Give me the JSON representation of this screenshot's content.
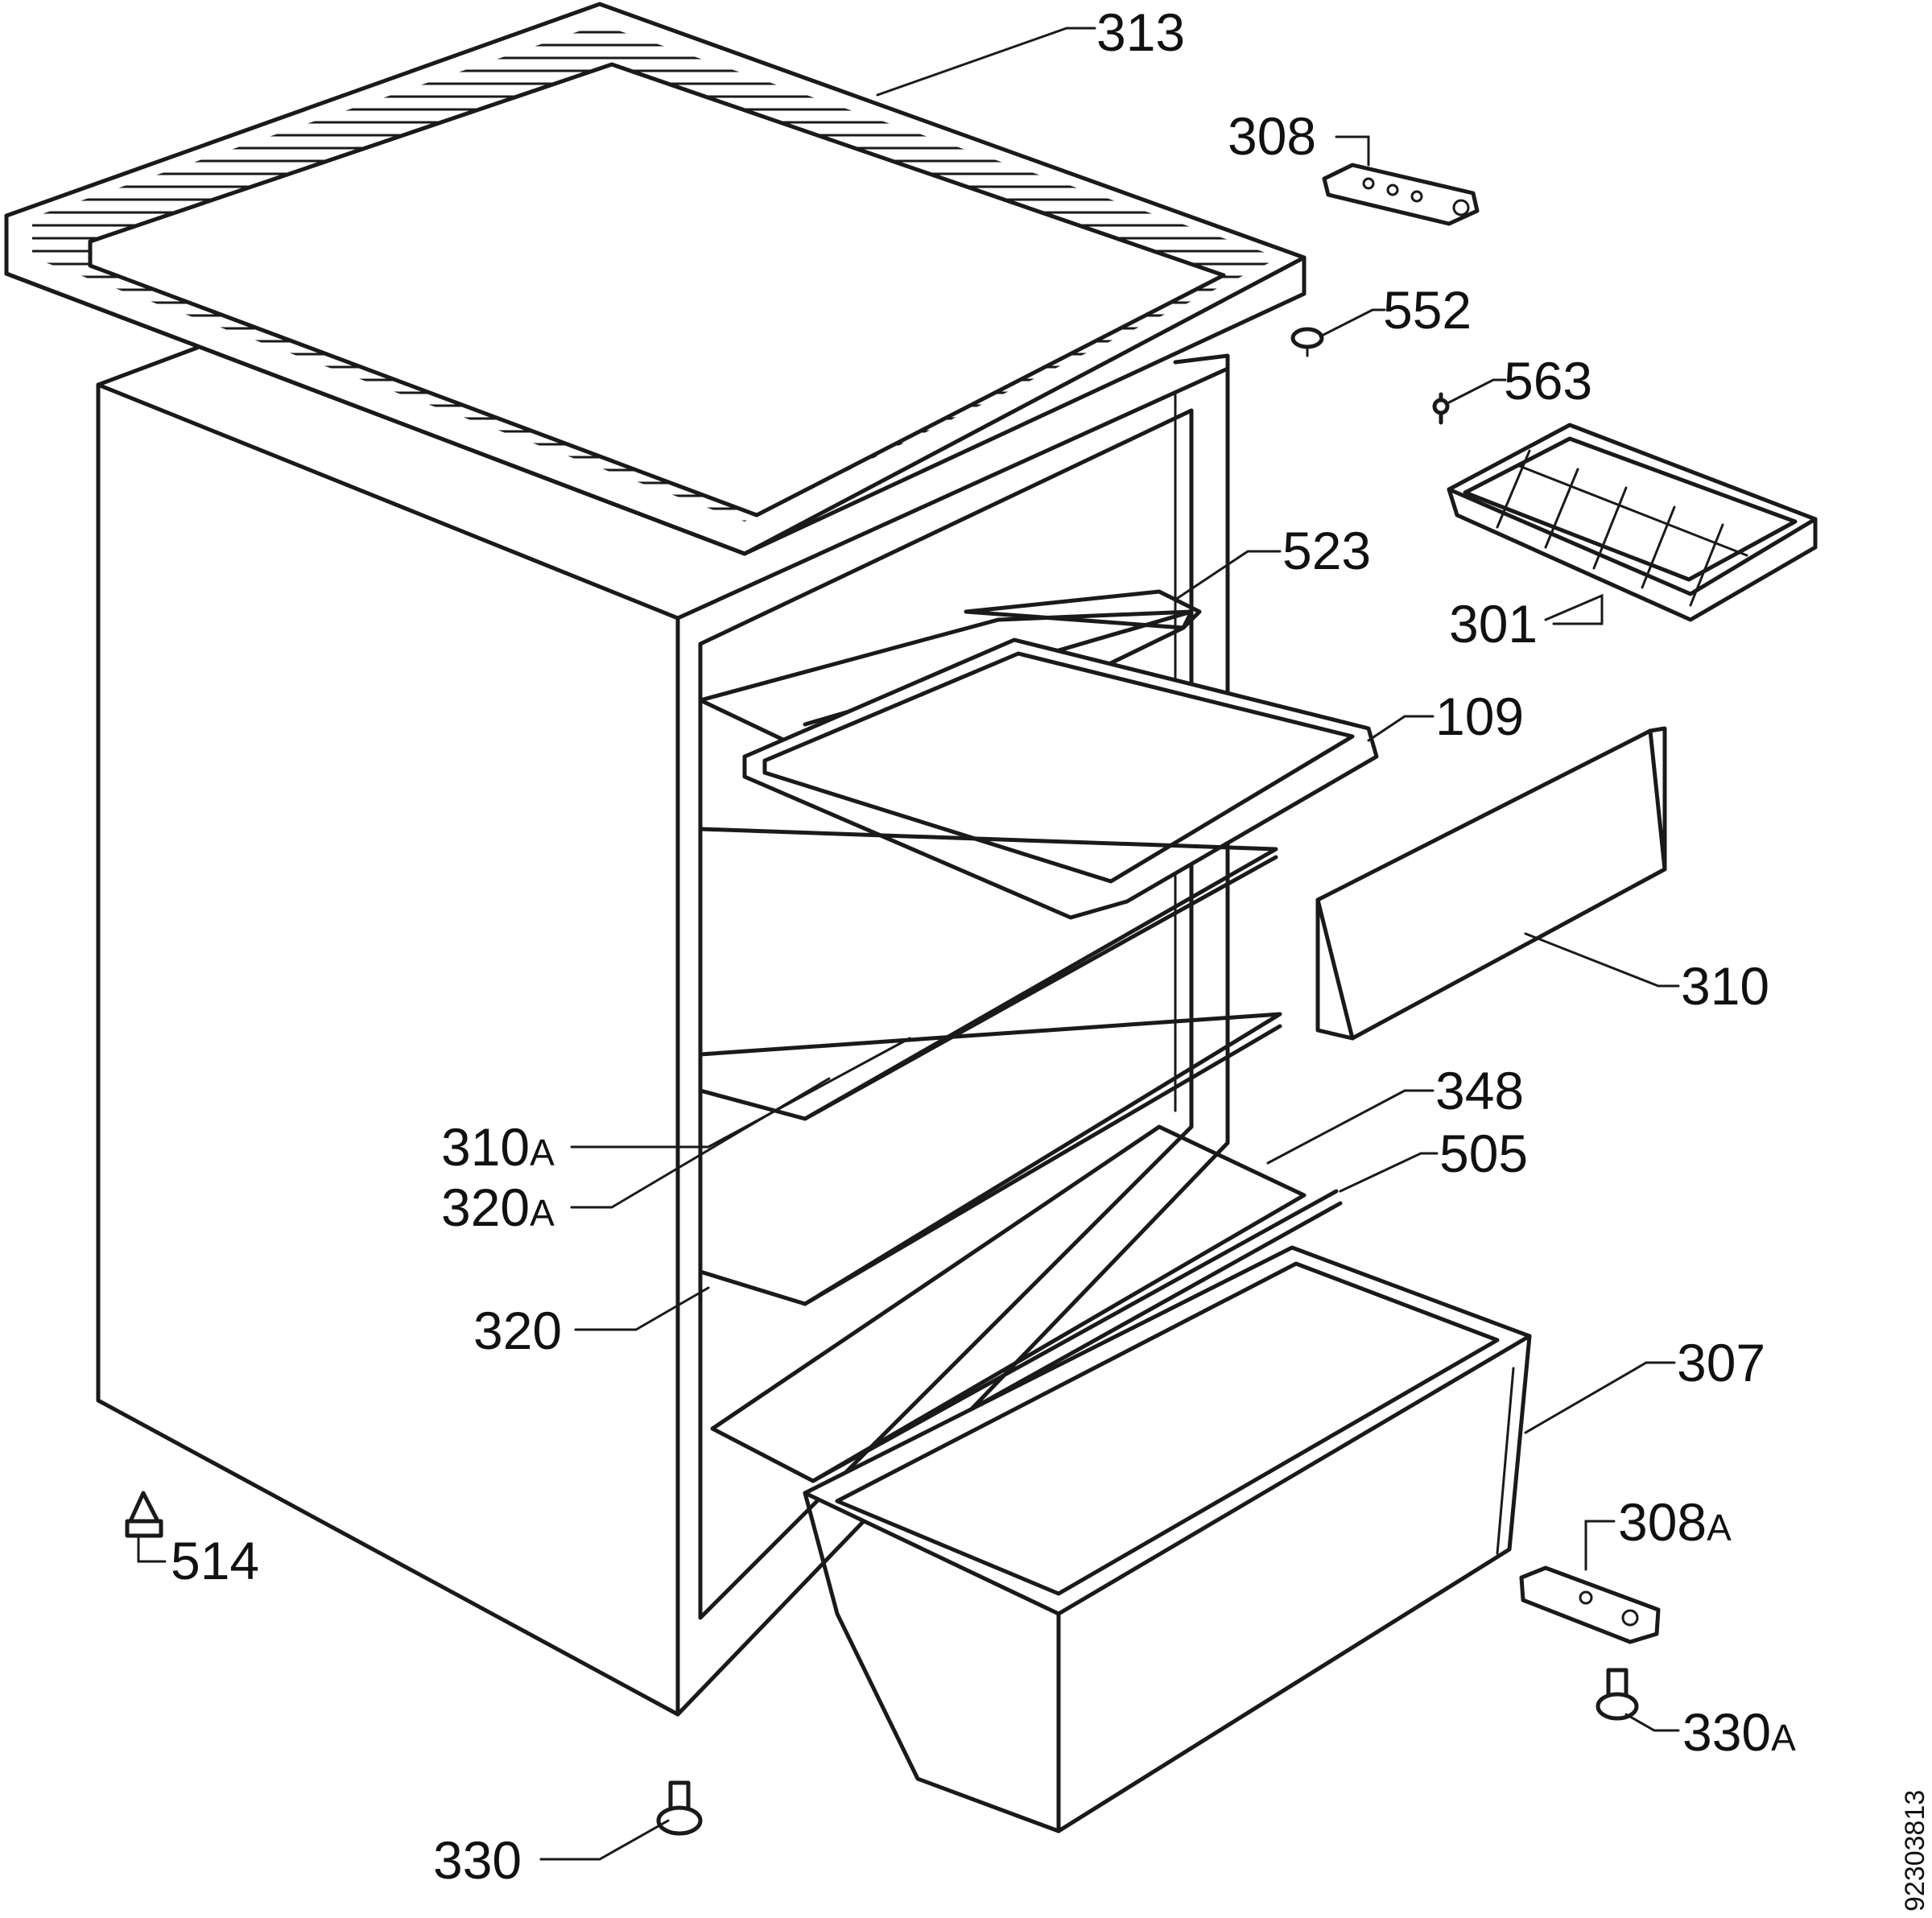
{
  "parts": [
    {
      "id": "313"
    },
    {
      "id": "308"
    },
    {
      "id": "552"
    },
    {
      "id": "563"
    },
    {
      "id": "523"
    },
    {
      "id": "301"
    },
    {
      "id": "109"
    },
    {
      "id": "310"
    },
    {
      "id": "348"
    },
    {
      "id": "505"
    },
    {
      "id": "310",
      "suffix": "A"
    },
    {
      "id": "320",
      "suffix": "A"
    },
    {
      "id": "320"
    },
    {
      "id": "307"
    },
    {
      "id": "308",
      "suffix": "A"
    },
    {
      "id": "514"
    },
    {
      "id": "330",
      "suffix": "A"
    },
    {
      "id": "330"
    }
  ],
  "document_number": "92303813",
  "colors": {
    "ink": "#1a1a1a",
    "paper": "#ffffff"
  }
}
